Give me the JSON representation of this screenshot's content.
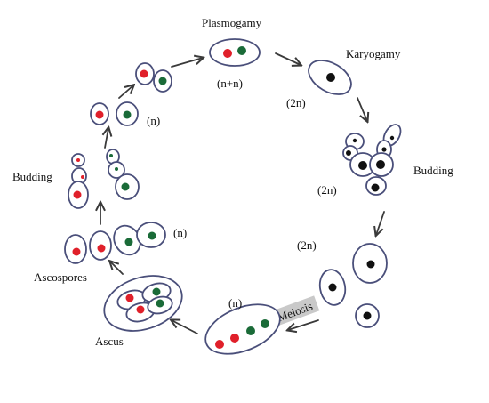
{
  "labels": {
    "plasmogamy": "Plasmogamy",
    "karyogamy": "Karyogamy",
    "budding_right": "Budding",
    "budding_left": "Budding",
    "ascospores": "Ascospores",
    "ascus": "Ascus",
    "meiosis": "Meiosis"
  },
  "ploidy": {
    "n_plus_n": "(n+n)",
    "two_n_top": "(2n)",
    "two_n_budding": "(2n)",
    "two_n_cells": "(2n)",
    "n_meiosis": "(n)",
    "n_ascospores": "(n)",
    "n_left": "(n)"
  },
  "colors": {
    "red_nucleus": "#e0202a",
    "green_nucleus": "#1a6b38",
    "diploid_nucleus": "#111111",
    "cell_outline": "#4a4f7a",
    "arrow": "#3a3a3a",
    "meiosis_bg": "#c9c9c9"
  }
}
